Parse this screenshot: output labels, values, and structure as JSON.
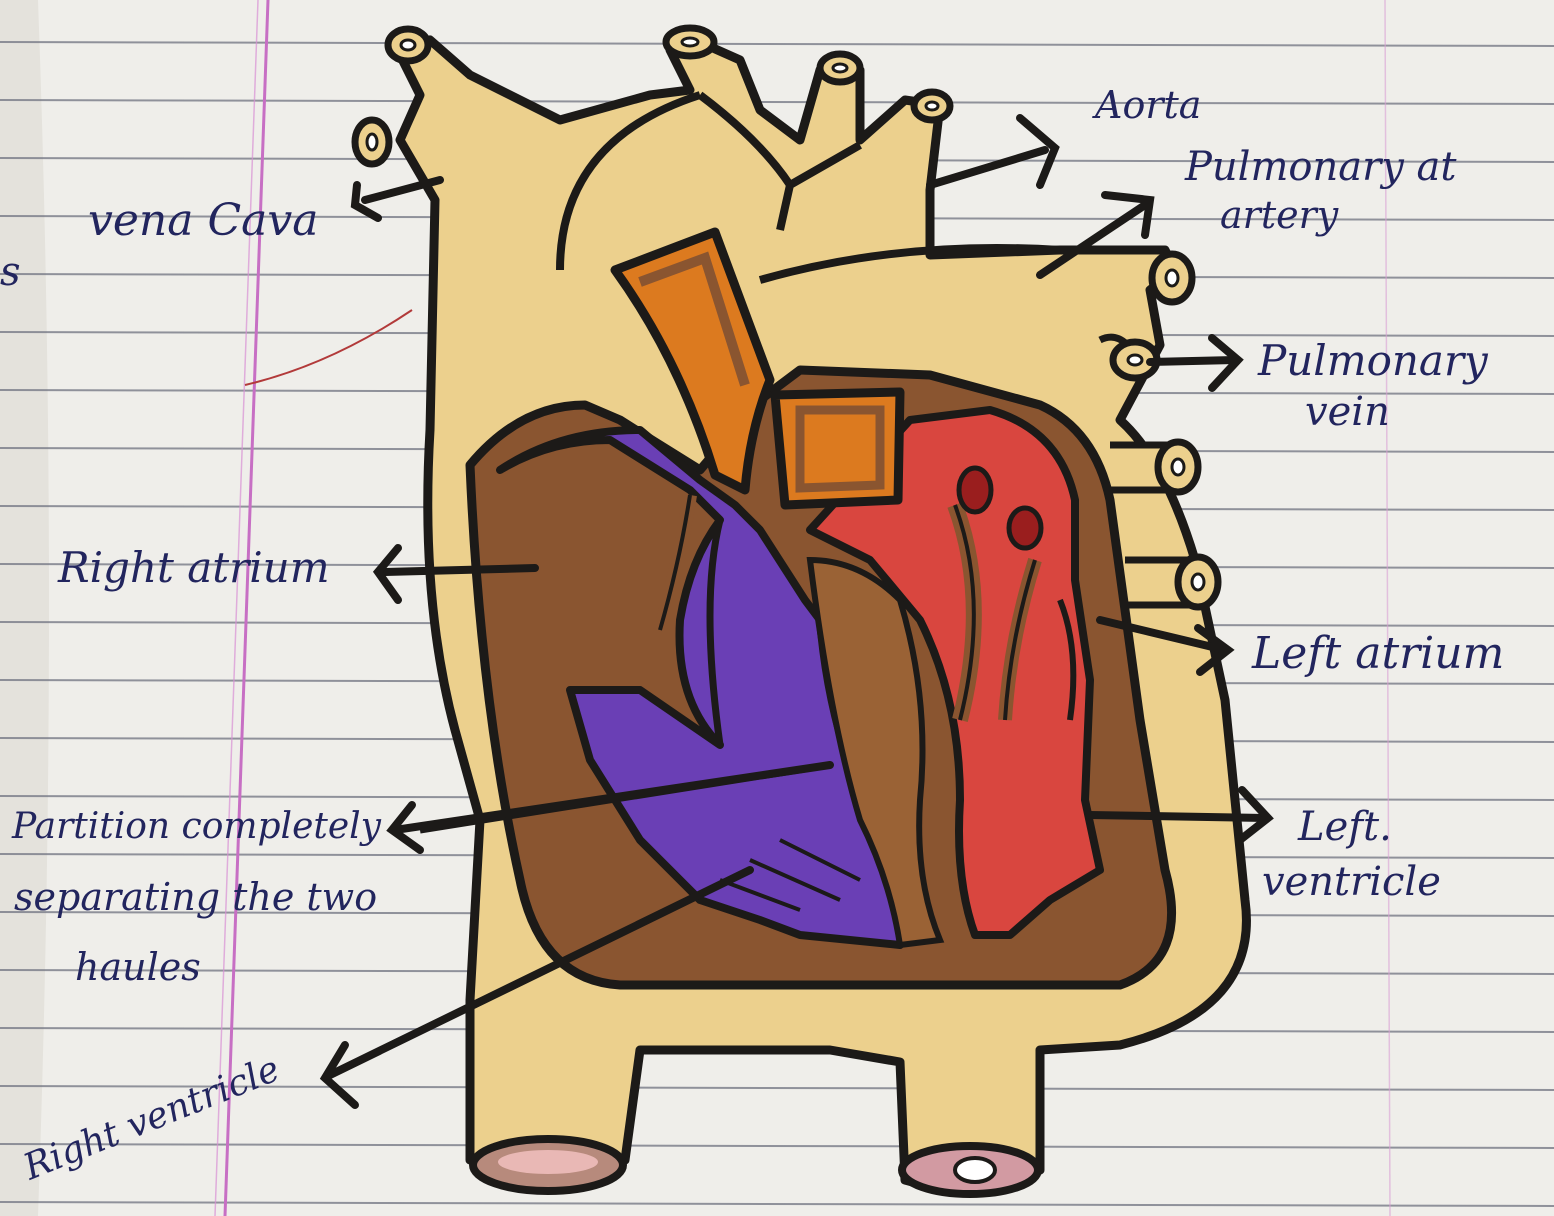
{
  "labels": {
    "vena_cava": "vena Cava",
    "aorta": "Aorta",
    "pulmonary_artery_1": "Pulmonary at",
    "pulmonary_artery_2": "artery",
    "pulmonary_vein_1": "Pulmonary",
    "pulmonary_vein_2": "vein",
    "right_atrium": "Right atrium",
    "left_atrium": "Left atrium",
    "partition_1": "Partition completely",
    "partition_2": "separating the two",
    "partition_3": "haules",
    "left_ventricle_1": "Left.",
    "left_ventricle_2": "ventricle",
    "right_ventricle": "Right ventricle",
    "margin_fragment": "s"
  },
  "colors": {
    "paper": "#efeeea",
    "ruled_line": "#6f7280",
    "margin_line": "#c76fc4",
    "ink": "#22255e",
    "outline": "#1c1a18",
    "heart_body": "#ecd08d",
    "deoxygenated": "#6a3fb5",
    "oxygenated": "#d9463f",
    "septum": "#8a5530",
    "vessel_orange": "#dc7a1f"
  }
}
